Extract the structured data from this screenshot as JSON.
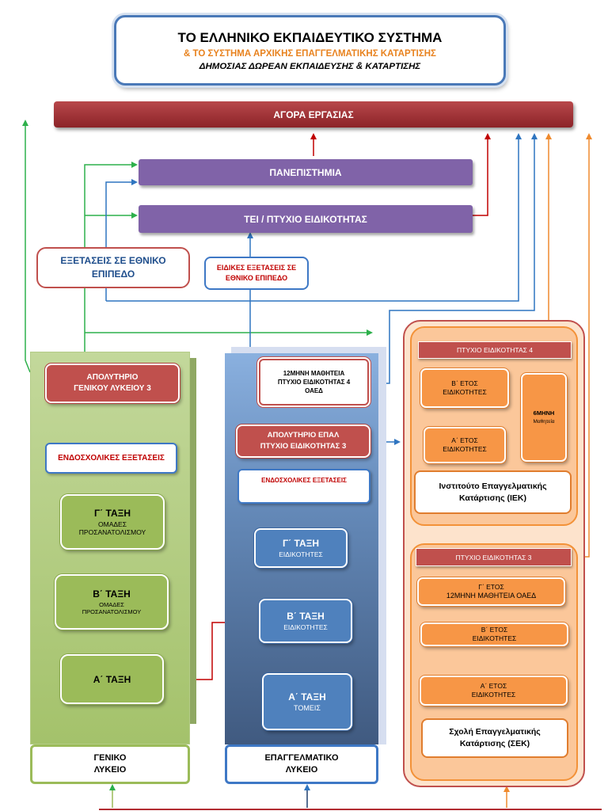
{
  "header": {
    "title": "ΤΟ ΕΛΛΗΝΙΚΟ ΕΚΠΑΙΔΕΥΤΙΚΟ ΣΥΣΤΗΜΑ",
    "subtitle": "& ΤΟ ΣΥΣΤΗΜΑ ΑΡΧΙΚΗΣ ΕΠΑΓΓΕΛΜΑΤΙΚΗΣ ΚΑΤΑΡΤΙΣΗΣ",
    "tagline": "ΔΗΜΟΣΙΑΣ ΔΩΡΕΑΝ ΕΚΠΑΙΔΕΥΣΗΣ & ΚΑΤΑΡΤΙΣΗΣ"
  },
  "labor_market": "ΑΓΟΡΑ  ΕΡΓΑΣΙΑΣ",
  "universities": "ΠΑΝΕΠΙΣΤΗΜΙΑ",
  "tei": "ΤΕΙ  / ΠΤΥΧΙΟ ΕΙΔΙΚΟΤΗΤΑΣ",
  "national_exams": {
    "line1": "ΕΞΕΤΑΣΕΙΣ ΣΕ ΕΘΝΙΚΟ",
    "line2": "ΕΠΙΠΕΔΟ"
  },
  "special_exams": {
    "line1": "ΕΙΔΙΚΕΣ ΕΞΕΤΑΣΕΙΣ ΣΕ",
    "line2": "ΕΘΝΙΚΟ ΕΠΙΠΕΔΟ"
  },
  "general_lyceum": {
    "certificate": {
      "line1": "ΑΠΟΛΥΤΗΡΙΟ",
      "line2": "ΓΕΝΙΚΟΥ ΛΥΚΕΙΟΥ   3"
    },
    "school_exams": "ΕΝΔΟΣΧΟΛΙΚΕΣ ΕΞΕΤΑΣΕΙΣ",
    "grade_c": {
      "title": "Γ΄ ΤΑΞΗ",
      "line1": "ΟΜΑΔΕΣ",
      "line2": "ΠΡΟΣΑΝΑΤΟΛΙΣΜΟΥ"
    },
    "grade_b": {
      "title": "Β΄ ΤΑΞΗ",
      "line1": "ΟΜΑΔΕΣ",
      "line2": "ΠΡΟΣΑΝΑΤΟΛΙΣΜΟΥ"
    },
    "grade_a": {
      "title": "Α΄ ΤΑΞΗ"
    },
    "label": {
      "line1": "ΓΕΝΙΚΟ",
      "line2": "ΛΥΚΕΙΟ"
    }
  },
  "vocational_lyceum": {
    "apprenticeship": {
      "line1": "12ΜΗΝΗ ΜΑΘΗΤΕΙΑ",
      "line2": "ΠΤΥΧΙΟ ΕΙΔΙΚΟΤΗΤΑΣ 4",
      "line3": "ΟΑΕΔ"
    },
    "certificate": {
      "line1": "ΑΠΟΛΥΤΗΡΙΟ  ΕΠΑΛ",
      "line2": "ΠΤΥΧΙΟ ΕΙΔΙΚΟΤΗΤΑΣ   3"
    },
    "school_exams": "ΕΝΔΟΣΧΟΛΙΚΕΣ  ΕΞΕΤΑΣΕΙΣ",
    "grade_c": {
      "title": "Γ΄ ΤΑΞΗ",
      "sub": "ΕΙΔΙΚΟΤΗΤΕΣ"
    },
    "grade_b": {
      "title": "Β΄ ΤΑΞΗ",
      "sub": "ΕΙΔΙΚΟΤΗΤΕΣ"
    },
    "grade_a": {
      "title": "Α΄ ΤΑΞΗ",
      "sub": "ΤΟΜΕΙΣ"
    },
    "label": {
      "line1": "ΕΠΑΓΓΕΛΜΑΤΙΚΟ",
      "line2": "ΛΥΚΕΙΟ"
    }
  },
  "iek": {
    "degree": "ΠΤΥΧΙΟ ΕΙΔΙΚΟΤΗΤΑΣ 4",
    "year_b": {
      "line1": "Β΄ ΕΤΟΣ",
      "line2": "ΕΙΔΙΚΟΤΗΤΕΣ"
    },
    "year_a": {
      "line1": "Α΄ ΕΤΟΣ",
      "line2": "ΕΙΔΙΚΟΤΗΤΕΣ"
    },
    "internship": {
      "line1": "6ΜΗΝΗ",
      "line2": "Μαθητεία"
    },
    "name": {
      "line1": "Ινστιτούτο Επαγγελματικής",
      "line2": "Κατάρτισης (ΙΕΚ)"
    }
  },
  "sek": {
    "degree": "ΠΤΥΧΙΟ ΕΙΔΙΚΟΤΗΤΑΣ  3",
    "year_c": {
      "line1": "Γ΄ ΕΤΟΣ",
      "line2": "12ΜΗΝΗ ΜΑΘΗΤΕΙΑ  ΟΑΕΔ"
    },
    "year_b": {
      "line1": "Β΄ ΕΤΟΣ",
      "line2": "ΕΙΔΙΚΟΤΗΤΕΣ"
    },
    "year_a": {
      "line1": "Α΄ ΕΤΟΣ",
      "line2": "ΕΙΔΙΚΟΤΗΤΕΣ"
    },
    "name": {
      "line1": "Σχολή Επαγγελματικής",
      "line2": "Κατάρτισης (ΣΕΚ)"
    }
  },
  "colors": {
    "green_arrow": "#2db04b",
    "blue_arrow": "#2f75c0",
    "red_arrow": "#c00000",
    "orange_arrow": "#ef8a2e",
    "dark_red": "#b12a2f"
  }
}
